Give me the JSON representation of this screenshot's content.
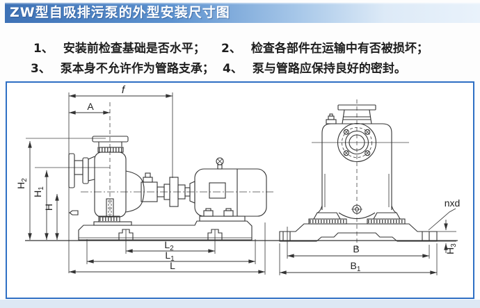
{
  "title": "ZW型自吸排污泵的外型安装尺寸图",
  "notes": [
    {
      "num": "1、",
      "text": "安装前检查基础是否水平；"
    },
    {
      "num": "2、",
      "text": "检查各部件在运输中有否被损坏；"
    },
    {
      "num": "3、",
      "text": "泵本身不允许作为管路支承；"
    },
    {
      "num": "4、",
      "text": "泵与管路应保持良好的密封。"
    }
  ],
  "labels": {
    "f": "f",
    "a": "A",
    "h2": {
      "base": "H",
      "sub": "2"
    },
    "h1": {
      "base": "H",
      "sub": "1"
    },
    "h": "H",
    "l2": {
      "base": "L",
      "sub": "2"
    },
    "l1": {
      "base": "L",
      "sub": "1"
    },
    "l": "L",
    "b": "B",
    "b1": {
      "base": "B",
      "sub": "1"
    },
    "nxd": "nxd",
    "h3": {
      "base": "H",
      "sub": "3"
    }
  },
  "colors": {
    "title_gradient_left": "#3e72b6",
    "title_gradient_right": "#e9f2fb",
    "title_text": "#ffffff",
    "panel_border": "#2e6fc4",
    "drawing_line": "#333333",
    "notes_text": "#1e1e1e",
    "bottom_strip": "#dde8f4"
  }
}
